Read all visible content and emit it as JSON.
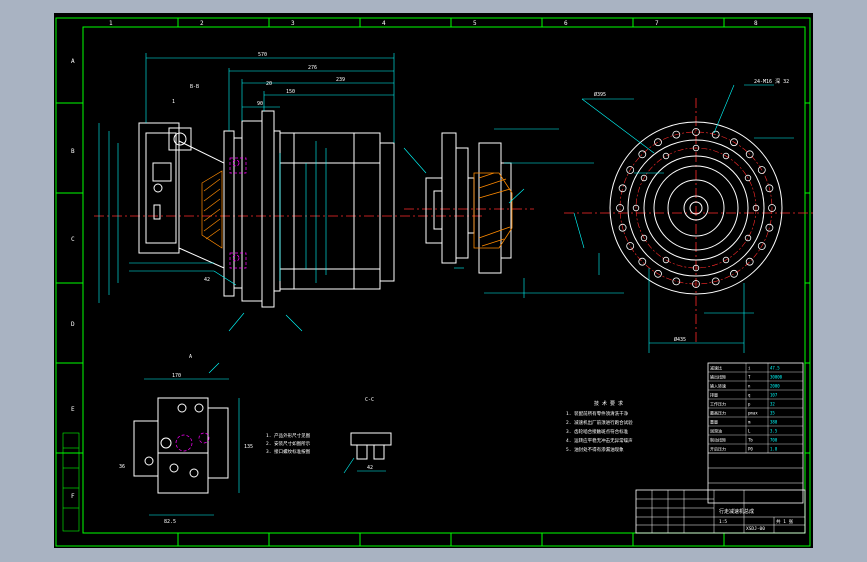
{
  "colors": {
    "background": "#000000",
    "frame": "#00ff00",
    "outline": "#ffffff",
    "dimension": "#00ffff",
    "centerline": "#ff2a2a",
    "hatch": "#ff8a00",
    "hidden": "#ff00ff",
    "text": "#ffffff",
    "leader": "#00ffff",
    "window_bg": "#a9b3c2"
  },
  "frame": {
    "column_markers": [
      "1",
      "2",
      "3",
      "4",
      "5",
      "6",
      "7",
      "8"
    ],
    "row_markers": [
      "A",
      "B",
      "C",
      "D",
      "E",
      "F"
    ]
  },
  "main_view": {
    "dimensions": {
      "overall": "570",
      "length_a": "276",
      "length_b": "239",
      "length_c": "150",
      "length_d": "90",
      "length_e": "20",
      "length_f": "42"
    },
    "section_label": "B-B",
    "note_left": "1"
  },
  "detail_view": {
    "label": "A",
    "dims": {
      "width": "170",
      "height": "135",
      "bottom": "82.5",
      "offset": "36"
    },
    "notes": [
      "1. 产品外形尺寸见图",
      "2. 安装尺寸如图所示",
      "3. 接口螺纹标准按图"
    ]
  },
  "small_section": {
    "label": "C-C",
    "dim": "42"
  },
  "tech_notes": {
    "title": "技 术 要 求",
    "items": [
      "1. 装配前所有零件须清洗干净",
      "2. 减速机出厂前须进行跑合试验",
      "3. 齿轮啮合接触斑点符合标准",
      "4. 运转应平稳无冲击无异常噪声",
      "5. 油封处不得有渗漏油现象"
    ]
  },
  "flange_view": {
    "bolt_note": "24-M16 深 32",
    "dims": {
      "outer": "Ø435",
      "pcd": "Ø395"
    }
  },
  "parameter_table": {
    "rows": [
      [
        "减速比",
        "i",
        "47.5"
      ],
      [
        "输出扭矩",
        "T",
        "30000"
      ],
      [
        "输入转速",
        "n",
        "2000"
      ],
      [
        "排量",
        "q",
        "107"
      ],
      [
        "工作压力",
        "p",
        "32"
      ],
      [
        "最高压力",
        "pmax",
        "35"
      ],
      [
        "重量",
        "m",
        "380"
      ],
      [
        "润滑油",
        "L",
        "3.5"
      ],
      [
        "制动扭矩",
        "Tb",
        "700"
      ],
      [
        "开启压力",
        "P0",
        "1.8"
      ]
    ]
  },
  "title_block": {
    "project": "行走减速机总成",
    "drawing_no": "XSDJ-00",
    "scale": "1:5",
    "sheet": "共 1 张"
  }
}
